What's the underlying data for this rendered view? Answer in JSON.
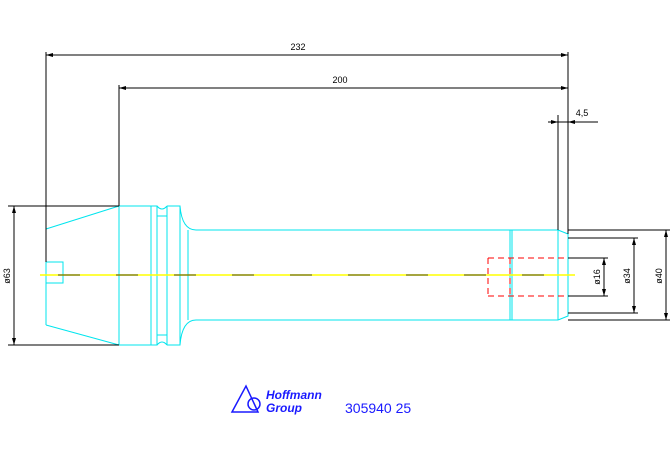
{
  "colors": {
    "outline": "#00e5ee",
    "dimension": "#000000",
    "centerline": "#ffff00",
    "hidden": "#ff0000",
    "brand": "#1a1aff"
  },
  "dimensions": {
    "overall_length": "232",
    "shank_length": "200",
    "offset": "4,5",
    "dia_collet": "ø63",
    "dia_bore": "ø16",
    "dia_shank": "ø34",
    "dia_flange": "ø40"
  },
  "logo": {
    "line1": "Hoffmann",
    "line2": "Group",
    "icon": "hoffmann-logo-icon"
  },
  "part_number": "305940 25"
}
